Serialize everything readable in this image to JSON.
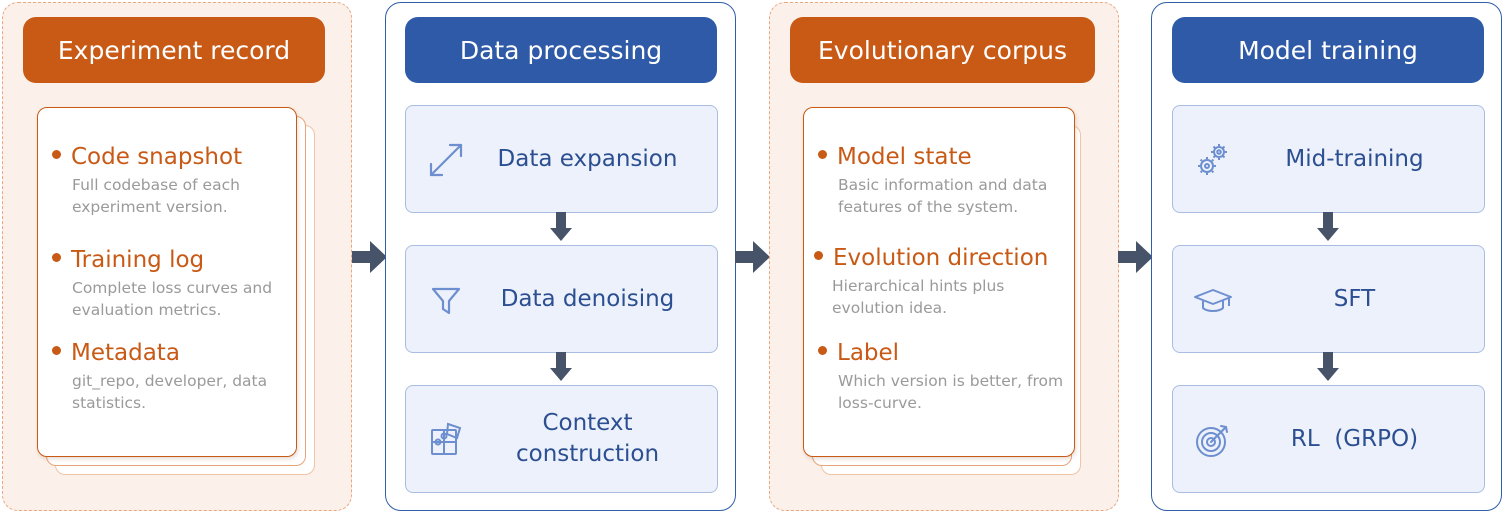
{
  "colors": {
    "orange": "#c85a16",
    "blue": "#2e5aa8",
    "arrow": "#465368"
  },
  "experiment_record": {
    "title": "Experiment record",
    "items": [
      {
        "title": "Code snapshot",
        "desc": "Full codebase of each experiment version."
      },
      {
        "title": "Training log",
        "desc": "Complete loss curves and evaluation metrics."
      },
      {
        "title": "Metadata",
        "desc": "git_repo, developer, data statistics."
      }
    ]
  },
  "data_processing": {
    "title": "Data processing",
    "steps": [
      {
        "label": "Data expansion",
        "icon": "diagonal-arrows-icon"
      },
      {
        "label": "Data denoising",
        "icon": "filter-icon"
      },
      {
        "label": "Context construction",
        "icon": "puzzle-icon"
      }
    ]
  },
  "evolutionary_corpus": {
    "title": "Evolutionary corpus",
    "items": [
      {
        "title": "Model state",
        "desc": "Basic information and data features of the system."
      },
      {
        "title": "Evolution direction",
        "desc": "Hierarchical hints plus evolution idea."
      },
      {
        "title": "Label",
        "desc": "Which version is better, from loss-curve."
      }
    ]
  },
  "model_training": {
    "title": "Model training",
    "steps": [
      {
        "label": "Mid-training",
        "icon": "gears-icon"
      },
      {
        "label": "SFT",
        "icon": "graduation-cap-icon"
      },
      {
        "label": "RL  (GRPO)",
        "icon": "target-icon"
      }
    ]
  }
}
